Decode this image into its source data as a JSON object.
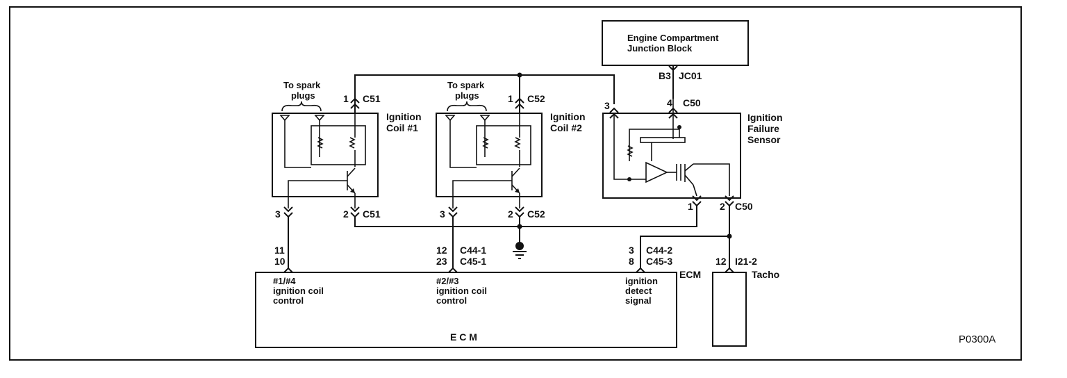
{
  "labels": {
    "junction_block": [
      "Engine Compartment",
      "Junction Block"
    ],
    "to_spark_plugs": [
      "To spark",
      "plugs"
    ],
    "coil1": [
      "Ignition",
      "Coil #1"
    ],
    "coil2": [
      "Ignition",
      "Coil #2"
    ],
    "failure_sensor": [
      "Ignition",
      "Failure",
      "Sensor"
    ],
    "ecm_side": "ECM",
    "ecm_main": "E C M",
    "tacho": "Tacho",
    "ecm_signal_1": [
      "#1/#4",
      "ignition coil",
      "control"
    ],
    "ecm_signal_2": [
      "#2/#3",
      "ignition coil",
      "control"
    ],
    "ecm_signal_3": [
      "ignition",
      "detect",
      "signal"
    ],
    "figure_code": "P0300A"
  },
  "connectors": {
    "b3": "B3",
    "jc01": "JC01",
    "c51_top_pin": "1",
    "c51_top": "C51",
    "c52_top_pin": "1",
    "c52_top": "C52",
    "ifs_pin3": "3",
    "c50_top_pin": "4",
    "c50_top": "C50",
    "coil1_pin3": "3",
    "c51_bot_pin": "2",
    "c51_bot": "C51",
    "coil2_pin3": "3",
    "c52_bot_pin": "2",
    "c52_bot": "C52",
    "c50_bot_pin1": "1",
    "c50_bot_pin2": "2",
    "c50_bot": "C50",
    "ecm1_pin_a": "11",
    "ecm1_pin_b": "10",
    "ecm2_pin_a": "12",
    "ecm2_pin_b": "23",
    "c44_1": "C44-1",
    "c45_1": "C45-1",
    "ecm3_pin_a": "3",
    "ecm3_pin_b": "8",
    "c44_2": "C44-2",
    "c45_3": "C45-3",
    "tacho_pin": "12",
    "i21_2": "I21-2"
  }
}
